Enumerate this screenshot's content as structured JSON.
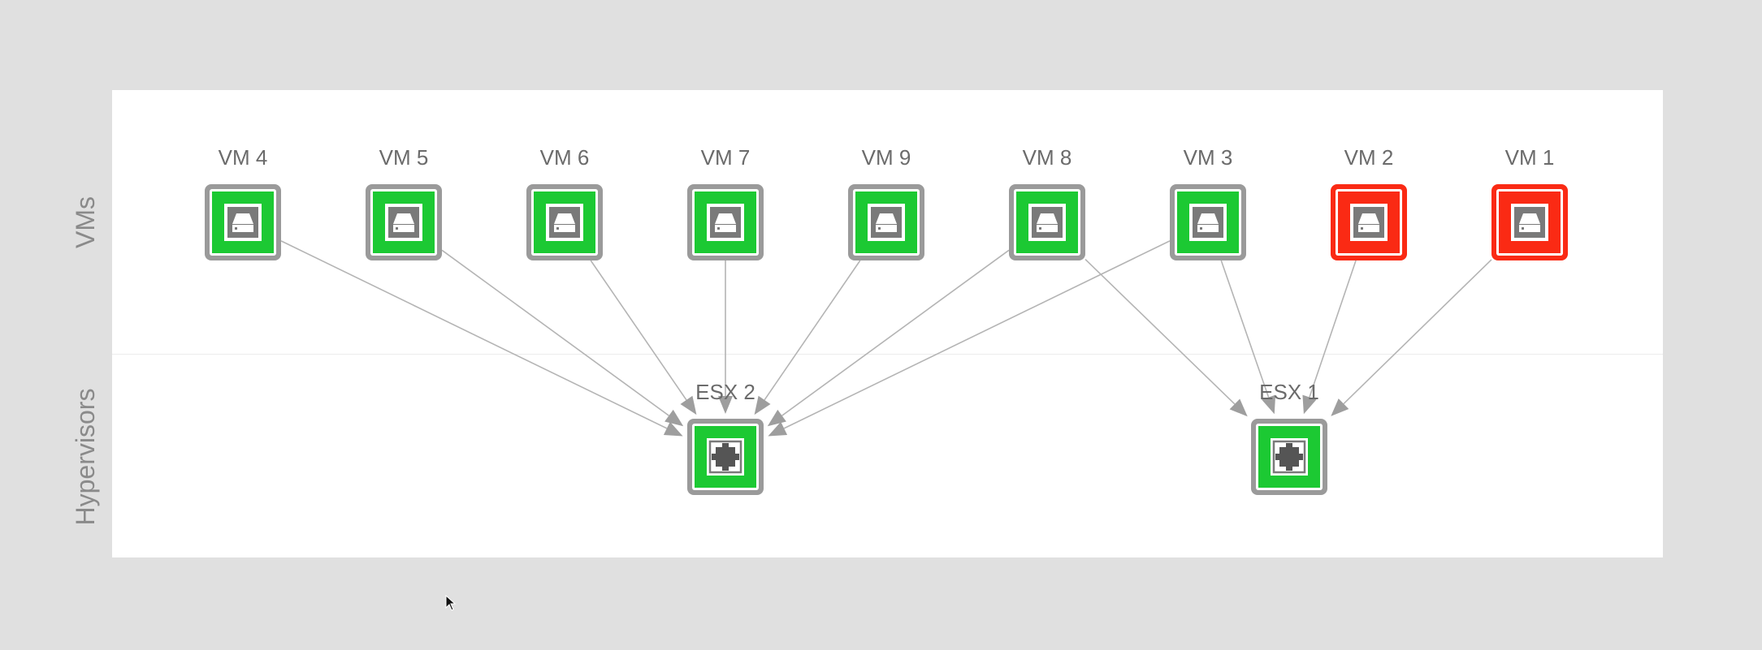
{
  "lanes": {
    "top": "VMs",
    "bottom": "Hypervisors"
  },
  "colors": {
    "ok": "#1cc933",
    "critical": "#fa2a14",
    "frame": "#9a9a9a",
    "edge": "#b4b4b4",
    "arrow": "#9e9e9e",
    "icon": "#7a7a7a"
  },
  "vms": [
    {
      "id": "vm4",
      "label": "VM 4",
      "status": "ok",
      "icon": "hard-drive-icon"
    },
    {
      "id": "vm5",
      "label": "VM 5",
      "status": "ok",
      "icon": "hard-drive-icon"
    },
    {
      "id": "vm6",
      "label": "VM 6",
      "status": "ok",
      "icon": "hard-drive-icon"
    },
    {
      "id": "vm7",
      "label": "VM 7",
      "status": "ok",
      "icon": "hard-drive-icon"
    },
    {
      "id": "vm9",
      "label": "VM 9",
      "status": "ok",
      "icon": "hard-drive-icon"
    },
    {
      "id": "vm8",
      "label": "VM 8",
      "status": "ok",
      "icon": "hard-drive-icon"
    },
    {
      "id": "vm3",
      "label": "VM 3",
      "status": "ok",
      "icon": "hard-drive-icon"
    },
    {
      "id": "vm2",
      "label": "VM 2",
      "status": "critical",
      "icon": "hard-drive-icon"
    },
    {
      "id": "vm1",
      "label": "VM 1",
      "status": "critical",
      "icon": "hard-drive-icon"
    }
  ],
  "hypervisors": [
    {
      "id": "esx2",
      "label": "ESX 2",
      "status": "ok",
      "icon": "chip-icon"
    },
    {
      "id": "esx1",
      "label": "ESX 1",
      "status": "ok",
      "icon": "chip-icon"
    }
  ],
  "edges": [
    {
      "from": "vm4",
      "to": "esx2"
    },
    {
      "from": "vm5",
      "to": "esx2"
    },
    {
      "from": "vm6",
      "to": "esx2"
    },
    {
      "from": "vm7",
      "to": "esx2"
    },
    {
      "from": "vm9",
      "to": "esx2"
    },
    {
      "from": "vm8",
      "to": "esx2"
    },
    {
      "from": "vm3",
      "to": "esx2"
    },
    {
      "from": "vm8",
      "to": "esx1"
    },
    {
      "from": "vm3",
      "to": "esx1"
    },
    {
      "from": "vm2",
      "to": "esx1"
    },
    {
      "from": "vm1",
      "to": "esx1"
    }
  ]
}
